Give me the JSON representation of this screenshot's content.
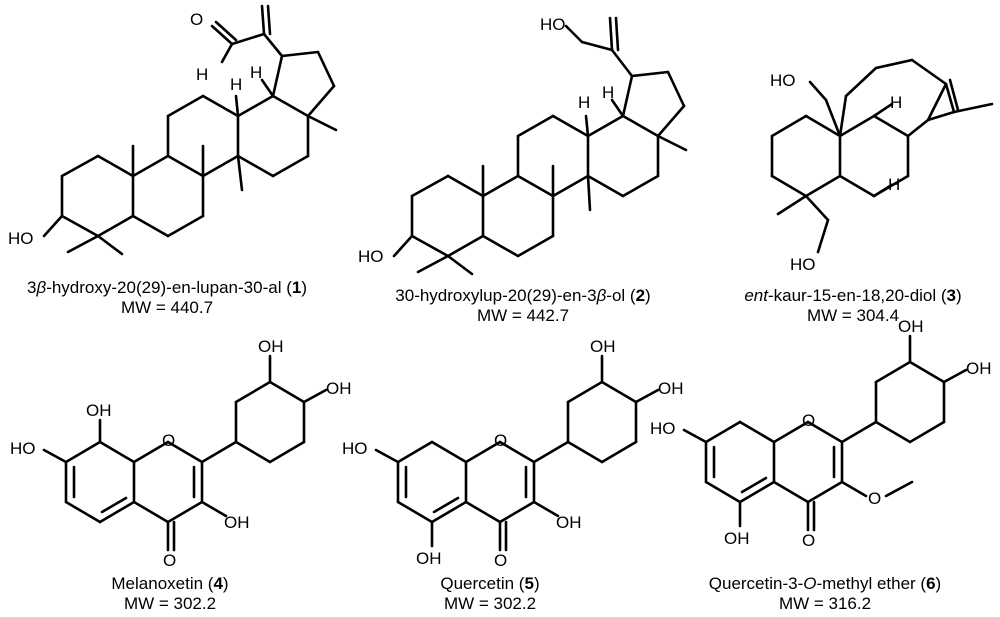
{
  "compounds": [
    {
      "name_pre": "3",
      "name_italic": "β",
      "name_post": "-hydroxy-20(29)-en-lupan-30-al (",
      "number": "1",
      "name_end": ")",
      "mw": "MW = 440.7"
    },
    {
      "name_pre": "30-hydroxylup-20(29)-en-3",
      "name_italic": "β",
      "name_post": "-ol (",
      "number": "2",
      "name_end": ")",
      "mw": "MW = 442.7"
    },
    {
      "name_pre": "",
      "name_italic": "ent",
      "name_post": "-kaur-15-en-18,20-diol (",
      "number": "3",
      "name_end": ")",
      "mw": "MW = 304.4"
    },
    {
      "name_pre": "Melanoxetin (",
      "name_italic": "",
      "name_post": "",
      "number": "4",
      "name_end": ")",
      "mw": "MW = 302.2"
    },
    {
      "name_pre": "Quercetin (",
      "name_italic": "",
      "name_post": "",
      "number": "5",
      "name_end": ")",
      "mw": "MW = 302.2"
    },
    {
      "name_pre": "Quercetin-3-",
      "name_italic": "O",
      "name_post": "-methyl ether (",
      "number": "6",
      "name_end": ")",
      "mw": "MW = 316.2"
    }
  ],
  "atom_labels": {
    "oh": "OH",
    "ho": "HO",
    "o": "O",
    "h": "H"
  }
}
